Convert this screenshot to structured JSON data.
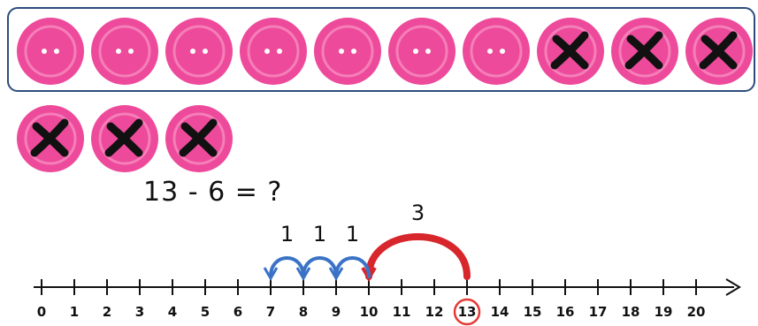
{
  "equation": "13 - 6 = ?",
  "buttons": [
    {
      "crossed": false
    },
    {
      "crossed": false
    },
    {
      "crossed": false
    },
    {
      "crossed": false
    },
    {
      "crossed": false
    },
    {
      "crossed": false
    },
    {
      "crossed": false
    },
    {
      "crossed": true
    },
    {
      "crossed": true
    },
    {
      "crossed": true
    },
    {
      "crossed": true
    },
    {
      "crossed": true
    },
    {
      "crossed": true
    }
  ],
  "number_line": {
    "ticks": [
      "0",
      "1",
      "2",
      "3",
      "4",
      "5",
      "6",
      "7",
      "8",
      "9",
      "10",
      "11",
      "12",
      "13",
      "14",
      "15",
      "16",
      "17",
      "18",
      "19",
      "20"
    ],
    "circled": "13"
  },
  "jumps": [
    {
      "from": 13,
      "to": 10,
      "label": "3",
      "color": "#d7262c"
    },
    {
      "from": 10,
      "to": 9,
      "label": "1",
      "color": "#3a73c6"
    },
    {
      "from": 9,
      "to": 8,
      "label": "1",
      "color": "#3a73c6"
    },
    {
      "from": 8,
      "to": 7,
      "label": "1",
      "color": "#3a73c6"
    }
  ],
  "colors": {
    "button": "#ee4a9b",
    "button_edge": "#f47fb9",
    "frame": "#2c4d7c",
    "circle": "#e53935"
  }
}
